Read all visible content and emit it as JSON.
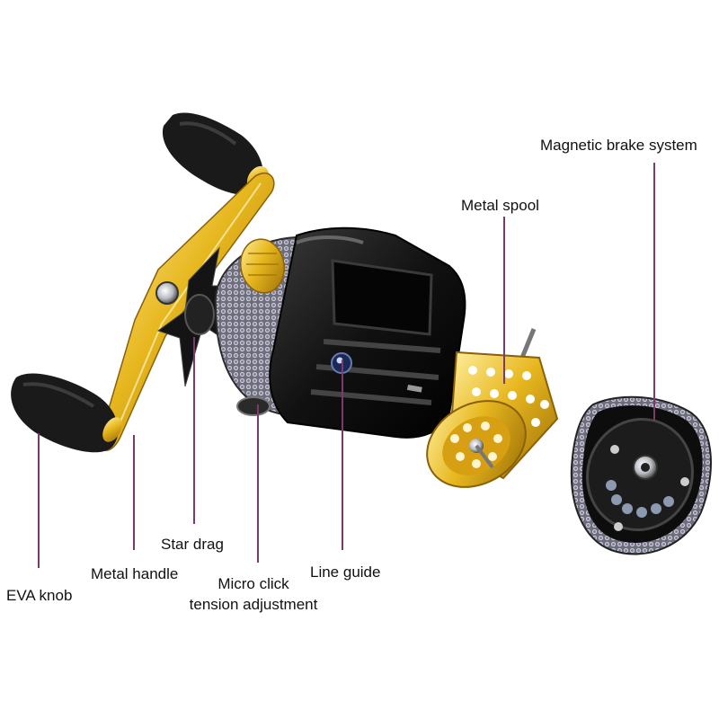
{
  "colors": {
    "leader": "#7a3a6a",
    "gold": "#e0b21e",
    "black": "#151515"
  },
  "labels": {
    "magnetic_brake": "Magnetic brake system",
    "metal_spool": "Metal spool",
    "star_drag": "Star drag",
    "metal_handle": "Metal handle",
    "eva_knob": "EVA knob",
    "micro_click_line1": "Micro click",
    "micro_click_line2": "tension adjustment",
    "line_guide": "Line guide"
  }
}
